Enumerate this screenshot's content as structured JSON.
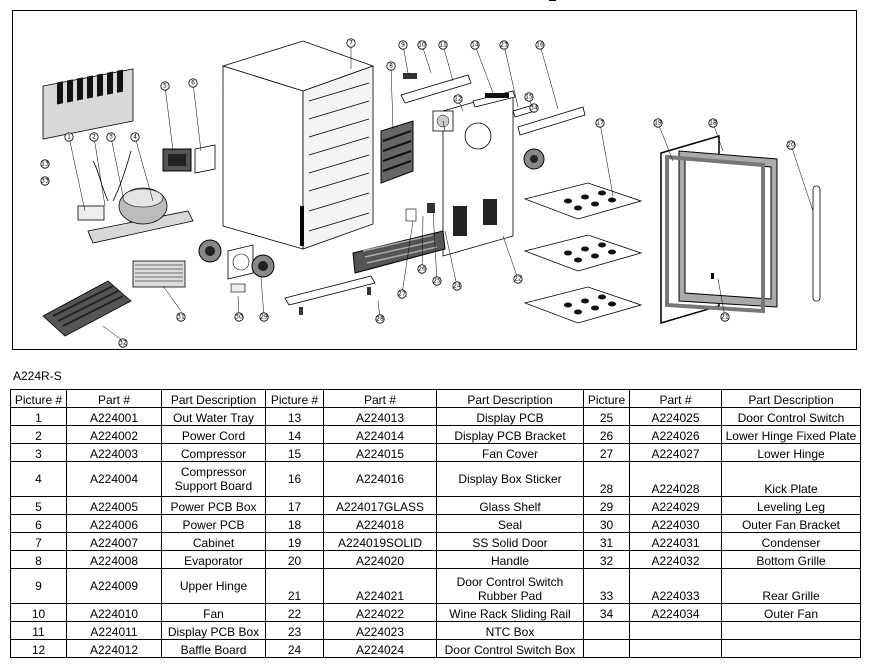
{
  "model": "A224R-S",
  "headers": [
    "Picture #",
    "Part #",
    "Part Description",
    "Picture #",
    "Part #",
    "Part Description",
    "Picture",
    "Part #",
    "Part Description"
  ],
  "rows": [
    [
      [
        "1",
        "A224001",
        "Out Water Tray"
      ],
      [
        "13",
        "A224013",
        "Display PCB"
      ],
      [
        "25",
        "A224025",
        "Door Control Switch"
      ]
    ],
    [
      [
        "2",
        "A224002",
        "Power Cord"
      ],
      [
        "14",
        "A224014",
        "Display PCB Bracket"
      ],
      [
        "26",
        "A224026",
        "Lower Hinge Fixed Plate"
      ]
    ],
    [
      [
        "3",
        "A224003",
        "Compressor"
      ],
      [
        "15",
        "A224015",
        "Fan Cover"
      ],
      [
        "27",
        "A224027",
        "Lower Hinge"
      ]
    ],
    [
      [
        "4",
        "A224004",
        "Compressor Support Board"
      ],
      [
        "16",
        "A224016",
        "Display Box Sticker"
      ],
      [
        "28",
        "A224028",
        "Kick Plate"
      ]
    ],
    [
      [
        "5",
        "A224005",
        "Power PCB Box"
      ],
      [
        "17",
        "A224017GLASS",
        "Glass Shelf"
      ],
      [
        "29",
        "A224029",
        "Leveling Leg"
      ]
    ],
    [
      [
        "6",
        "A224006",
        "Power PCB"
      ],
      [
        "18",
        "A224018",
        "Seal"
      ],
      [
        "30",
        "A224030",
        "Outer Fan Bracket"
      ]
    ],
    [
      [
        "7",
        "A224007",
        "Cabinet"
      ],
      [
        "19",
        "A224019SOLID",
        "SS Solid Door"
      ],
      [
        "31",
        "A224031",
        "Condenser"
      ]
    ],
    [
      [
        "8",
        "A224008",
        "Evaporator"
      ],
      [
        "20",
        "A224020",
        "Handle"
      ],
      [
        "32",
        "A224032",
        "Bottom Grille"
      ]
    ],
    [
      [
        "9",
        "A224009",
        "Upper Hinge"
      ],
      [
        "21",
        "A224021",
        "Door Control Switch Rubber Pad"
      ],
      [
        "33",
        "A224033",
        "Rear Grille"
      ]
    ],
    [
      [
        "10",
        "A224010",
        "Fan"
      ],
      [
        "22",
        "A224022",
        "Wine Rack Sliding Rail"
      ],
      [
        "34",
        "A224034",
        "Outer Fan"
      ]
    ],
    [
      [
        "11",
        "A224011",
        "Display PCB Box"
      ],
      [
        "23",
        "A224023",
        "NTC Box"
      ],
      [
        "",
        "",
        " "
      ]
    ],
    [
      [
        "12",
        "A224012",
        "Baffle Board"
      ],
      [
        "24",
        "A224024",
        "Door Control Switch Box"
      ],
      [
        "",
        "",
        ""
      ]
    ]
  ],
  "callouts": [
    "1",
    "2",
    "3",
    "4",
    "5",
    "6",
    "7",
    "8",
    "9",
    "10",
    "11",
    "12",
    "13",
    "14",
    "15",
    "16",
    "17",
    "18",
    "19",
    "20",
    "21",
    "22",
    "23",
    "24",
    "25",
    "26",
    "27",
    "28",
    "29",
    "30",
    "31",
    "32",
    "33",
    "34"
  ]
}
